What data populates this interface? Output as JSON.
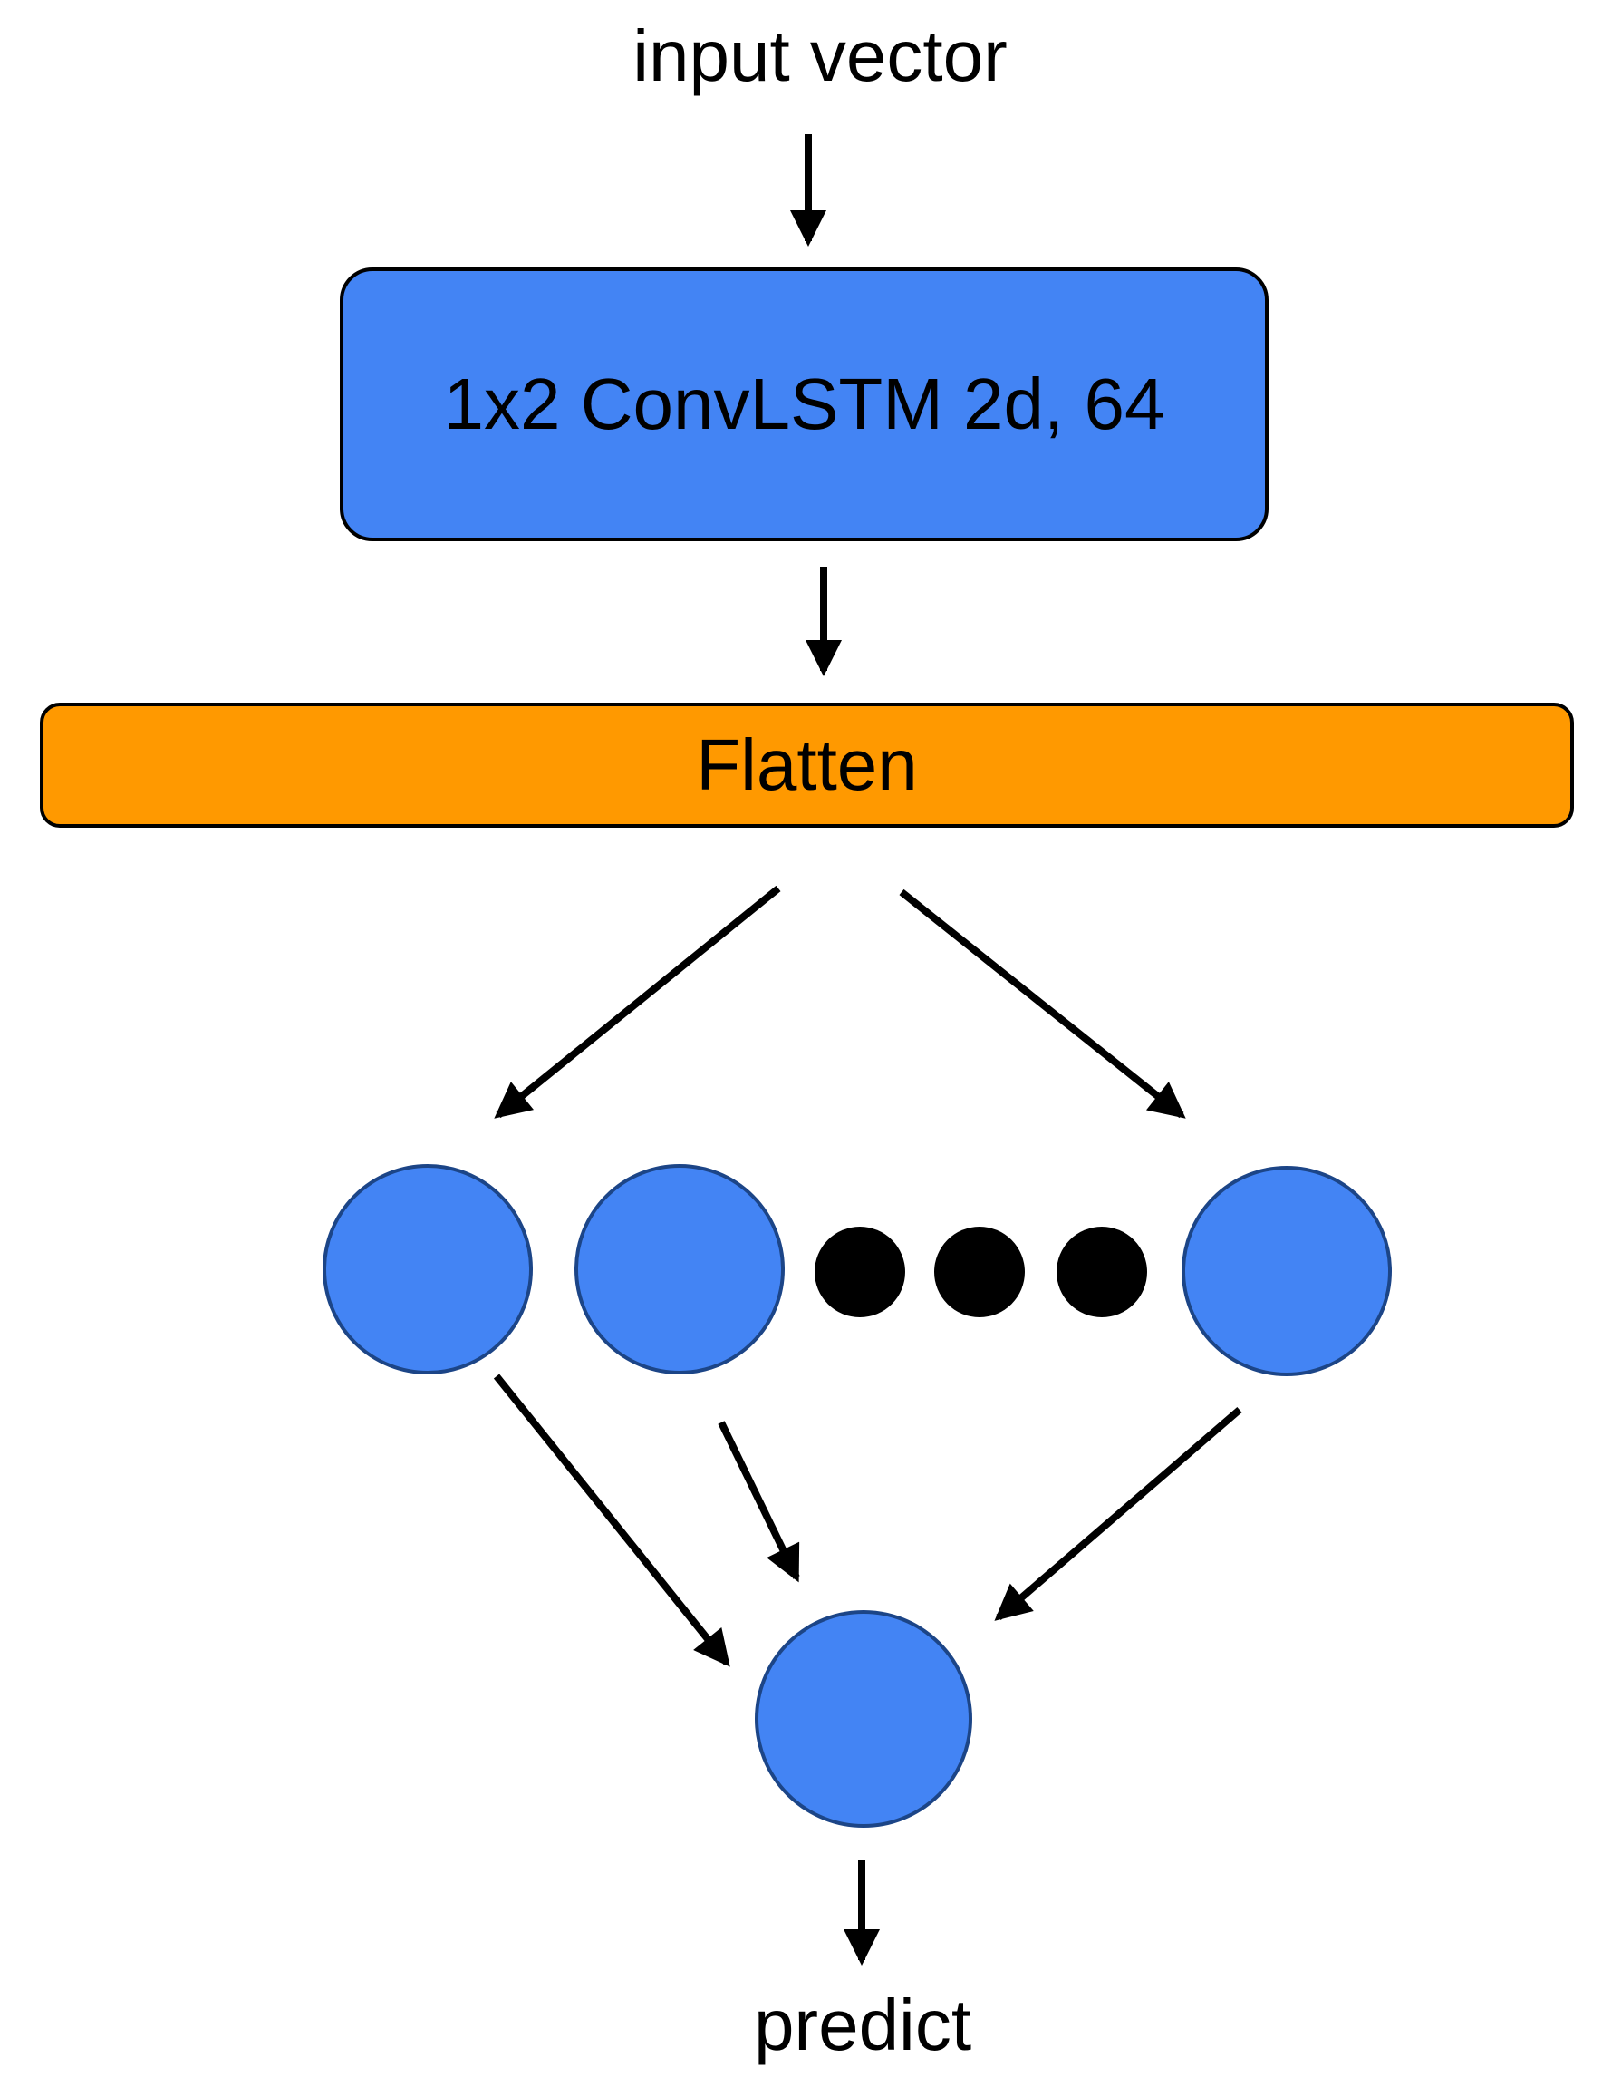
{
  "diagram": {
    "input_label": "input vector",
    "conv_block_label": "1x2 ConvLSTM 2d, 64",
    "flatten_block_label": "Flatten",
    "output_label": "predict",
    "hidden_layer": {
      "visible_neurons": 3,
      "ellipsis_dots": 3
    },
    "output_neurons": 1
  },
  "colors": {
    "node_fill_blue": "#4384f4",
    "node_stroke_navy": "#1c4587",
    "flatten_fill_orange": "#ff9900",
    "line_black": "#000000",
    "text_black": "#000000",
    "background_white": "#ffffff"
  }
}
